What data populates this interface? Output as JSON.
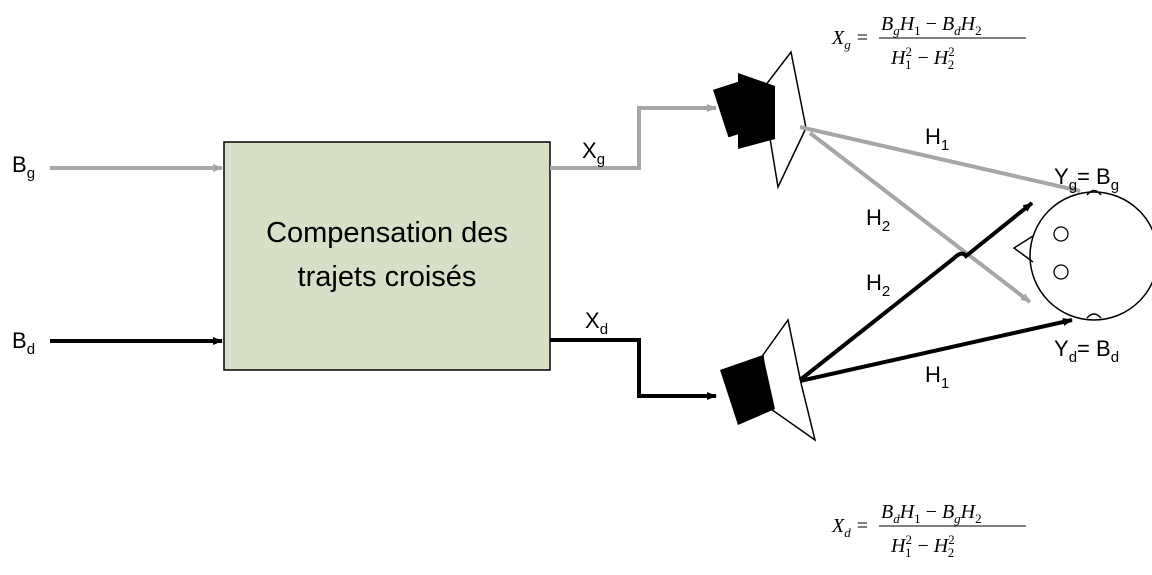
{
  "inputs": {
    "left": {
      "base": "B",
      "sub": "g"
    },
    "right": {
      "base": "B",
      "sub": "d"
    }
  },
  "block": {
    "line1": "Compensation des",
    "line2": "trajets croisés",
    "fill_color": "#d8dfc7"
  },
  "outputs": {
    "left": {
      "base": "X",
      "sub": "g"
    },
    "right": {
      "base": "X",
      "sub": "d"
    }
  },
  "paths": {
    "h1": {
      "base": "H",
      "sub": "1"
    },
    "h2": {
      "base": "H",
      "sub": "2"
    }
  },
  "ears": {
    "left": {
      "y": "Y",
      "ysub": "g",
      "eq": "= ",
      "b": "B",
      "bsub": "g"
    },
    "right": {
      "y": "Y",
      "ysub": "d",
      "eq": "= ",
      "b": "B",
      "bsub": "d"
    }
  },
  "formulas": {
    "xg": {
      "lhs": "X",
      "lhs_sub": "g",
      "eq": "=",
      "num": {
        "t1": "B",
        "t1_sub": "g",
        "t2": "H",
        "t2_sub": "1",
        "minus": "−",
        "t3": "B",
        "t3_sub": "d",
        "t4": "H",
        "t4_sub": "2"
      },
      "den": {
        "t1": "H",
        "t1_sub": "1",
        "t1_sup": "2",
        "minus": "−",
        "t2": "H",
        "t2_sub": "2",
        "t2_sup": "2"
      }
    },
    "xd": {
      "lhs": "X",
      "lhs_sub": "d",
      "eq": "=",
      "num": {
        "t1": "B",
        "t1_sub": "d",
        "t2": "H",
        "t2_sub": "1",
        "minus": "−",
        "t3": "B",
        "t3_sub": "g",
        "t4": "H",
        "t4_sub": "2"
      },
      "den": {
        "t1": "H",
        "t1_sub": "1",
        "t1_sup": "2",
        "minus": "−",
        "t2": "H",
        "t2_sub": "2",
        "t2_sup": "2"
      }
    }
  },
  "colors": {
    "gray_path": "#a6a6a6",
    "black_path": "#000000"
  }
}
